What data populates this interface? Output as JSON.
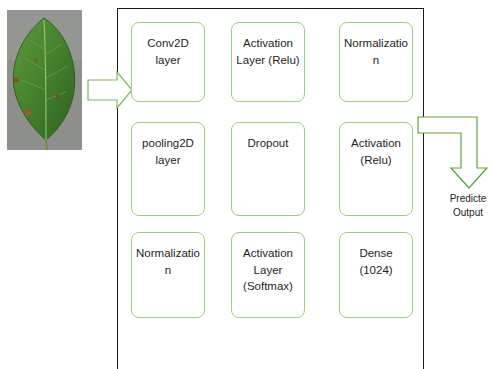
{
  "diagram": {
    "nodes": [
      {
        "text": [
          "Conv2D layer"
        ]
      },
      {
        "text": [
          "Activation Layer (Relu)"
        ]
      },
      {
        "text": [
          "Normalizatio n"
        ]
      },
      {
        "text": [
          "pooling2D layer"
        ]
      },
      {
        "text": [
          "Dropout"
        ]
      },
      {
        "text": [
          "Activation (Relu)"
        ]
      },
      {
        "text": [
          "Normalizatio n"
        ]
      },
      {
        "text": [
          "Activation Layer (Softmax)"
        ]
      },
      {
        "text": [
          "Dense (1024)"
        ]
      }
    ],
    "labels": [
      "Predicte Output"
    ]
  }
}
